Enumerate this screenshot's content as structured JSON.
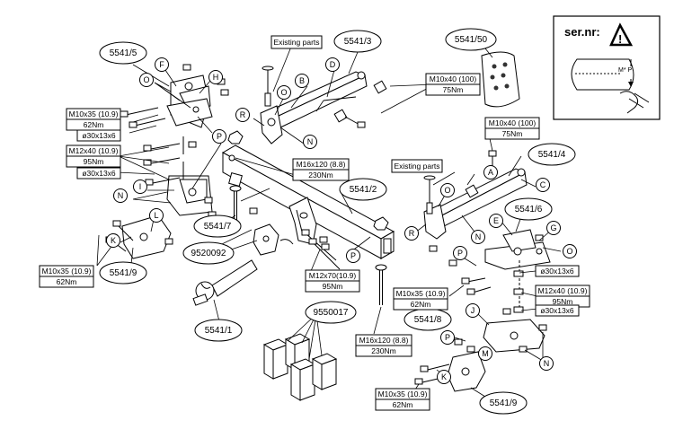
{
  "parts": {
    "p5541_5": "5541/5",
    "p5541_3": "5541/3",
    "p5541_50": "5541/50",
    "p5541_4": "5541/4",
    "p5541_2": "5541/2",
    "p5541_6": "5541/6",
    "p5541_7": "5541/7",
    "p5541_9a": "5541/9",
    "p5541_9b": "5541/9",
    "p5541_1": "5541/1",
    "p5541_8": "5541/8",
    "p9520092": "9520092",
    "p9550017": "9550017"
  },
  "existing_parts": {
    "top": "Existing parts",
    "right": "Existing parts"
  },
  "specs": {
    "m10x35_left_top": [
      "M10x35 (10.9)",
      "62Nm"
    ],
    "washer_left_1": "ø30x13x6",
    "m12x40_left": [
      "M12x40 (10.9)",
      "95Nm"
    ],
    "washer_left_2": "ø30x13x6",
    "m10x40_top": [
      "M10x40 (100)",
      "75Nm"
    ],
    "m10x40_right": [
      "M10x40 (100)",
      "75Nm"
    ],
    "m16x120_top": [
      "M16x120 (8.8)",
      "230Nm"
    ],
    "m12x70": [
      "M12x70(10.9)",
      "95Nm"
    ],
    "m16x120_bottom": [
      "M16x120 (8.8)",
      "230Nm"
    ],
    "m10x35_left_bottom": [
      "M10x35 (10.9)",
      "62Nm"
    ],
    "washer_right_1": "ø30x13x6",
    "m10x35_right_mid": [
      "M10x35 (10.9)",
      "62Nm"
    ],
    "m12x40_right": [
      "M12x40 (10.9)",
      "95Nm"
    ],
    "washer_right_2": "ø30x13x6",
    "m10x35_right_bottom": [
      "M10x35 (10.9)",
      "62Nm"
    ]
  },
  "letters": {
    "F": "F",
    "O1": "O",
    "H": "H",
    "P1": "P",
    "N1": "N",
    "I": "I",
    "L": "L",
    "K1": "K",
    "D": "D",
    "B": "B",
    "O2": "O",
    "R1": "R",
    "N2": "N",
    "P2": "P",
    "A": "A",
    "C": "C",
    "O3": "O",
    "R2": "R",
    "N3": "N",
    "E": "E",
    "G": "G",
    "O4": "O",
    "P3": "P",
    "J": "J",
    "P4": "P",
    "M": "M",
    "K2": "K",
    "N4": "N"
  },
  "serial_box": {
    "title": "ser.nr:",
    "plate_text": "M* P"
  }
}
